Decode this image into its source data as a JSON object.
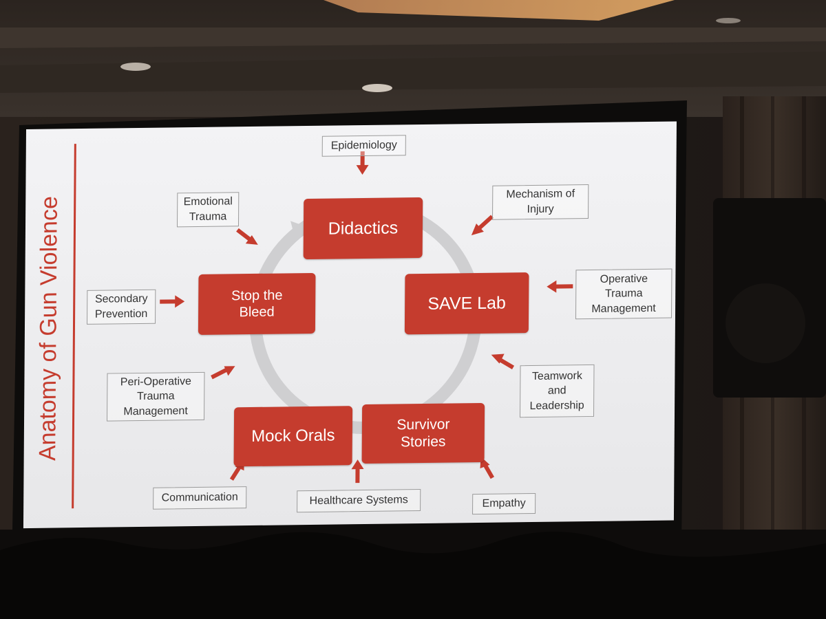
{
  "slide": {
    "title": "Anatomy of Gun Violence",
    "center_boxes": [
      {
        "id": "didactics",
        "label": "Didactics"
      },
      {
        "id": "save-lab",
        "label": "SAVE Lab"
      },
      {
        "id": "survivor-stories",
        "label": "Survivor Stories"
      },
      {
        "id": "mock-orals",
        "label": "Mock Orals"
      },
      {
        "id": "stop-the-bleed",
        "label": "Stop the Bleed"
      }
    ],
    "outer_labels": [
      {
        "id": "epidemiology",
        "label": "Epidemiology"
      },
      {
        "id": "mechanism-of-injury",
        "label": "Mechanism of Injury"
      },
      {
        "id": "operative-trauma-management",
        "label": "Operative Trauma Management"
      },
      {
        "id": "teamwork-and-leadership",
        "label": "Teamwork and Leadership"
      },
      {
        "id": "empathy",
        "label": "Empathy"
      },
      {
        "id": "healthcare-systems",
        "label": "Healthcare Systems"
      },
      {
        "id": "communication",
        "label": "Communication"
      },
      {
        "id": "peri-operative-trauma-management",
        "label": "Peri-Operative Trauma Management"
      },
      {
        "id": "secondary-prevention",
        "label": "Secondary Prevention"
      },
      {
        "id": "emotional-trauma",
        "label": "Emotional Trauma"
      }
    ]
  },
  "colors": {
    "accent_red": "#c53c2e",
    "slide_bg": "#eeeeee",
    "cycle_gray": "#cfcfd1",
    "label_border": "#9a9a9a"
  }
}
